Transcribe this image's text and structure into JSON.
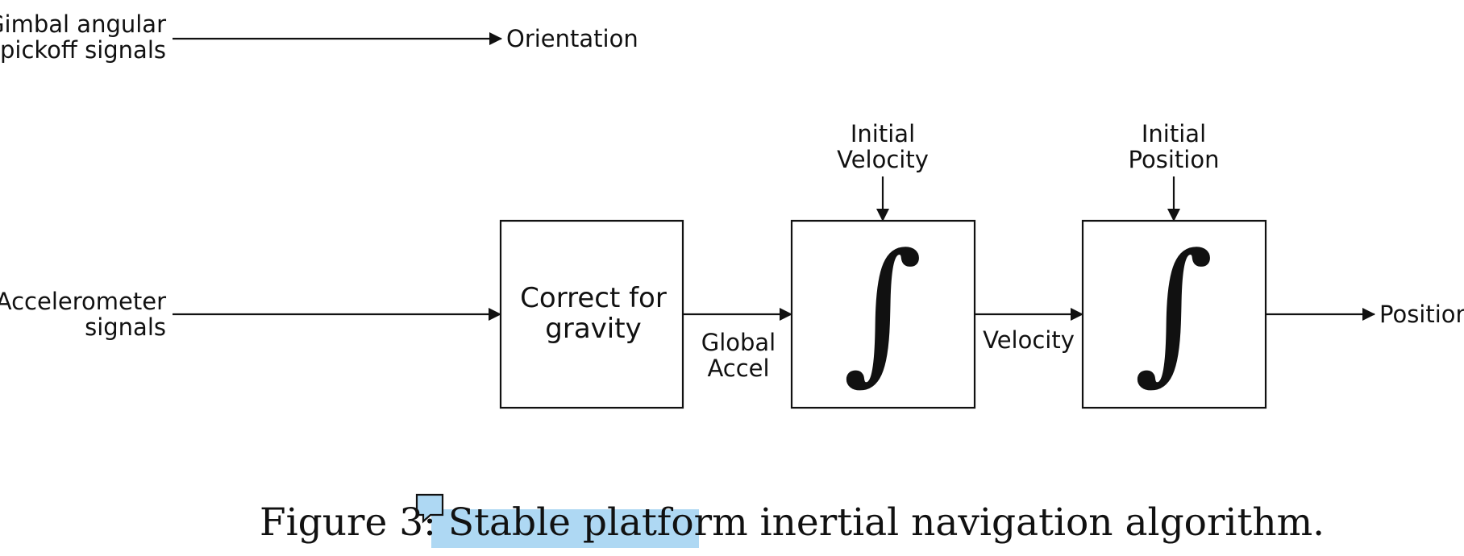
{
  "diagram": {
    "inputs": {
      "gimbal": [
        "Gimbal angular",
        "pickoff signals"
      ],
      "accelerometer": [
        "Accelerometer",
        "signals"
      ]
    },
    "outputs": {
      "orientation": "Orientation",
      "position": "Position"
    },
    "blocks": {
      "gravity": [
        "Correct for",
        "gravity"
      ],
      "integrator_velocity": "∫",
      "integrator_position": "∫"
    },
    "signals": {
      "global_accel": [
        "Global",
        "Accel"
      ],
      "velocity": "Velocity"
    },
    "initial_conditions": {
      "velocity": [
        "Initial",
        "Velocity"
      ],
      "position": [
        "Initial",
        "Position"
      ]
    }
  },
  "caption": {
    "prefix": "Figure 3:",
    "highlighted": "Stable platform",
    "rest": "inertial navigation algorithm."
  },
  "colors": {
    "highlight": "#aed8f3",
    "comment_icon": "#aed8f3",
    "ink": "#111111"
  },
  "icons": {
    "comment": "comment-icon"
  }
}
